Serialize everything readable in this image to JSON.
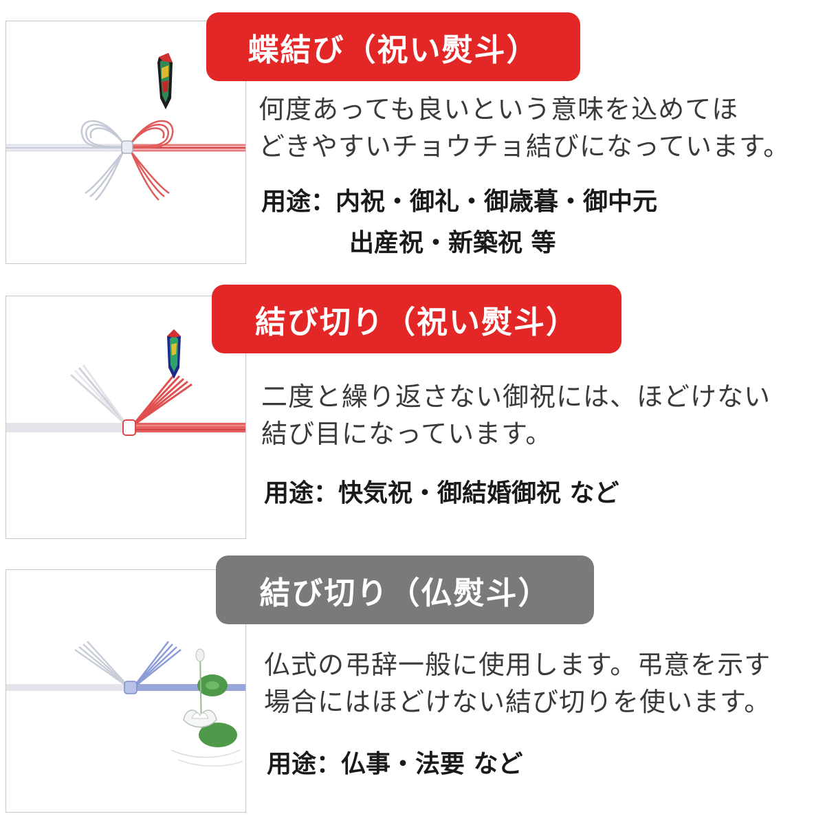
{
  "sections": [
    {
      "title": "蝶結び（祝い熨斗）",
      "title_color": "#e32626",
      "description_lines": [
        "何度あっても良いという意味を込めてほ",
        "どきやすいチョウチョ結びになっています。"
      ],
      "usage_label": "用途：",
      "usage_lines": [
        "内祝・御礼・御歳暮・御中元",
        "出産祝・新築祝 等"
      ]
    },
    {
      "title": "結び切り（祝い熨斗）",
      "title_color": "#e32626",
      "description_lines": [
        "二度と繰り返さない御祝には、ほどけない",
        "結び目になっています。"
      ],
      "usage_label": "用途：",
      "usage_lines": [
        "快気祝・御結婚御祝 など"
      ]
    },
    {
      "title": "結び切り（仏熨斗）",
      "title_color": "#7a7a7a",
      "description_lines": [
        "仏式の弔辞一般に使用します。弔意を示す",
        "場合にはほどけない結び切りを使います。"
      ],
      "usage_label": "用途：",
      "usage_lines": [
        "仏事・法要 など"
      ]
    }
  ],
  "colors": {
    "red_cord": "#e05a5a",
    "white_cord": "#d9dde6",
    "blue_cord": "#8c9cd6",
    "lotus_leaf": "#4f9a4a"
  },
  "icons": [
    "noshi-ornament-icon",
    "lotus-icon"
  ]
}
